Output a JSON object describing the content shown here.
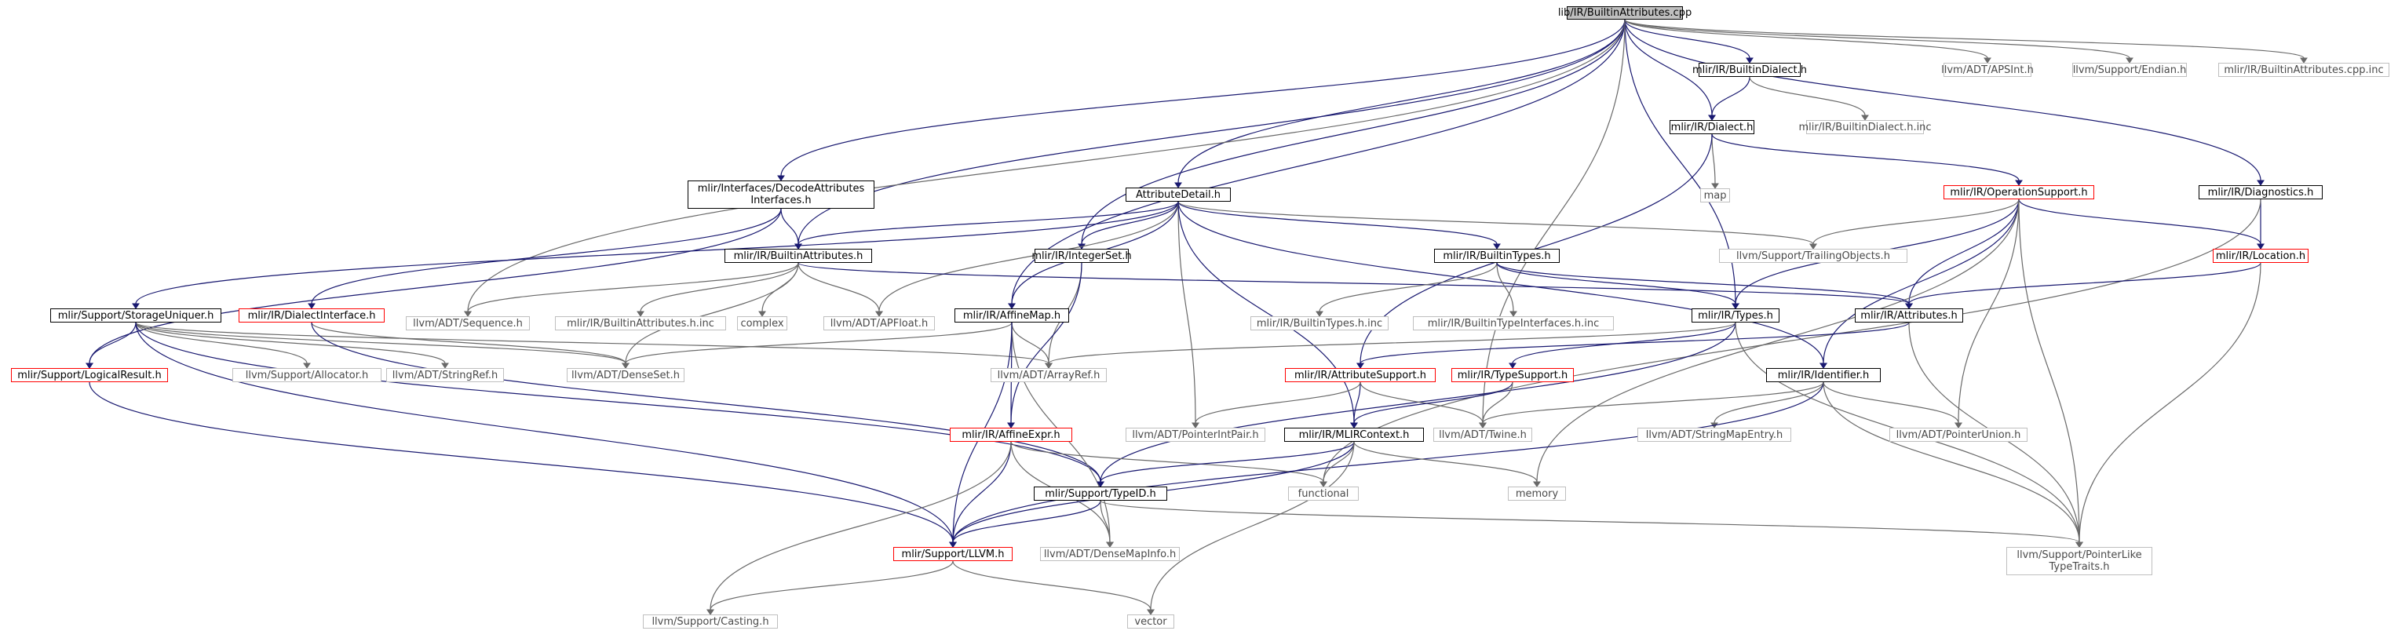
{
  "root": "lib/IR/BuiltinAttributes.cpp",
  "colors": {
    "edge": "#191970",
    "edge_external": "#696969",
    "node_border": "#000000",
    "node_border_external": "#bfbfbf",
    "node_border_truncated": "#ff0000",
    "root_fill": "#bfbfbf"
  },
  "nodes": [
    {
      "id": "root",
      "label": "lib/IR/BuiltinAttributes.cpp",
      "style": "root"
    },
    {
      "id": "builtin_dialect",
      "label": "mlir/IR/BuiltinDialect.h",
      "style": "normal"
    },
    {
      "id": "apsint",
      "label": "llvm/ADT/APSInt.h",
      "style": "external"
    },
    {
      "id": "endian",
      "label": "llvm/Support/Endian.h",
      "style": "external"
    },
    {
      "id": "attrs_cpp_inc",
      "label": "mlir/IR/BuiltinAttributes.cpp.inc",
      "style": "external"
    },
    {
      "id": "dialect",
      "label": "mlir/IR/Dialect.h",
      "style": "normal"
    },
    {
      "id": "builtin_dialect_inc",
      "label": "mlir/IR/BuiltinDialect.h.inc",
      "style": "external"
    },
    {
      "id": "decode",
      "label": "mlir/Interfaces/DecodeAttributes\nInterfaces.h",
      "style": "normal"
    },
    {
      "id": "map",
      "label": "map",
      "style": "external"
    },
    {
      "id": "opsupport",
      "label": "mlir/IR/OperationSupport.h",
      "style": "truncated"
    },
    {
      "id": "diagnostics",
      "label": "mlir/IR/Diagnostics.h",
      "style": "normal"
    },
    {
      "id": "attrdetail",
      "label": "AttributeDetail.h",
      "style": "normal"
    },
    {
      "id": "builtin_attrs",
      "label": "mlir/IR/BuiltinAttributes.h",
      "style": "normal"
    },
    {
      "id": "integerset",
      "label": "mlir/IR/IntegerSet.h",
      "style": "normal"
    },
    {
      "id": "builtin_types",
      "label": "mlir/IR/BuiltinTypes.h",
      "style": "normal"
    },
    {
      "id": "trailing",
      "label": "llvm/Support/TrailingObjects.h",
      "style": "external"
    },
    {
      "id": "location",
      "label": "mlir/IR/Location.h",
      "style": "truncated"
    },
    {
      "id": "storage",
      "label": "mlir/Support/StorageUniquer.h",
      "style": "normal"
    },
    {
      "id": "dialect_iface",
      "label": "mlir/IR/DialectInterface.h",
      "style": "truncated"
    },
    {
      "id": "sequence",
      "label": "llvm/ADT/Sequence.h",
      "style": "external"
    },
    {
      "id": "attrs_inc",
      "label": "mlir/IR/BuiltinAttributes.h.inc",
      "style": "external"
    },
    {
      "id": "complex",
      "label": "complex",
      "style": "external"
    },
    {
      "id": "apfloat",
      "label": "llvm/ADT/APFloat.h",
      "style": "external"
    },
    {
      "id": "affinemap",
      "label": "mlir/IR/AffineMap.h",
      "style": "normal"
    },
    {
      "id": "types_inc",
      "label": "mlir/IR/BuiltinTypes.h.inc",
      "style": "external"
    },
    {
      "id": "type_ifaces_inc",
      "label": "mlir/IR/BuiltinTypeInterfaces.h.inc",
      "style": "external"
    },
    {
      "id": "types",
      "label": "mlir/IR/Types.h",
      "style": "normal"
    },
    {
      "id": "attributes",
      "label": "mlir/IR/Attributes.h",
      "style": "normal"
    },
    {
      "id": "logical",
      "label": "mlir/Support/LogicalResult.h",
      "style": "truncated"
    },
    {
      "id": "allocator",
      "label": "llvm/Support/Allocator.h",
      "style": "external"
    },
    {
      "id": "stringref",
      "label": "llvm/ADT/StringRef.h",
      "style": "external"
    },
    {
      "id": "denseset",
      "label": "llvm/ADT/DenseSet.h",
      "style": "external"
    },
    {
      "id": "arrayref",
      "label": "llvm/ADT/ArrayRef.h",
      "style": "external"
    },
    {
      "id": "attrsupport",
      "label": "mlir/IR/AttributeSupport.h",
      "style": "truncated"
    },
    {
      "id": "typesupport",
      "label": "mlir/IR/TypeSupport.h",
      "style": "truncated"
    },
    {
      "id": "identifier",
      "label": "mlir/IR/Identifier.h",
      "style": "normal"
    },
    {
      "id": "affineexpr",
      "label": "mlir/IR/AffineExpr.h",
      "style": "truncated"
    },
    {
      "id": "ptrintpair",
      "label": "llvm/ADT/PointerIntPair.h",
      "style": "external"
    },
    {
      "id": "mlircontext",
      "label": "mlir/IR/MLIRContext.h",
      "style": "normal"
    },
    {
      "id": "twine",
      "label": "llvm/ADT/Twine.h",
      "style": "external"
    },
    {
      "id": "stringmapentry",
      "label": "llvm/ADT/StringMapEntry.h",
      "style": "external"
    },
    {
      "id": "ptrunion",
      "label": "llvm/ADT/PointerUnion.h",
      "style": "external"
    },
    {
      "id": "typeid",
      "label": "mlir/Support/TypeID.h",
      "style": "normal"
    },
    {
      "id": "functional",
      "label": "functional",
      "style": "external"
    },
    {
      "id": "memory",
      "label": "memory",
      "style": "external"
    },
    {
      "id": "llvm_h",
      "label": "mlir/Support/LLVM.h",
      "style": "truncated"
    },
    {
      "id": "densemapinfo",
      "label": "llvm/ADT/DenseMapInfo.h",
      "style": "external"
    },
    {
      "id": "ptrliketraits",
      "label": "llvm/Support/PointerLike\nTypeTraits.h",
      "style": "external"
    },
    {
      "id": "casting",
      "label": "llvm/Support/Casting.h",
      "style": "external"
    },
    {
      "id": "vector",
      "label": "vector",
      "style": "external"
    }
  ],
  "edges": [
    [
      "root",
      "builtin_dialect"
    ],
    [
      "root",
      "apsint"
    ],
    [
      "root",
      "endian"
    ],
    [
      "root",
      "attrs_cpp_inc"
    ],
    [
      "root",
      "dialect"
    ],
    [
      "root",
      "decode"
    ],
    [
      "root",
      "diagnostics"
    ],
    [
      "root",
      "attrdetail"
    ],
    [
      "root",
      "builtin_attrs"
    ],
    [
      "root",
      "integerset"
    ],
    [
      "root",
      "sequence"
    ],
    [
      "root",
      "affinemap"
    ],
    [
      "root",
      "types"
    ],
    [
      "root",
      "twine"
    ],
    [
      "builtin_dialect",
      "dialect"
    ],
    [
      "builtin_dialect",
      "builtin_dialect_inc"
    ],
    [
      "dialect",
      "map"
    ],
    [
      "dialect",
      "opsupport"
    ],
    [
      "dialect",
      "attrsupport"
    ],
    [
      "decode",
      "builtin_attrs"
    ],
    [
      "decode",
      "dialect_iface"
    ],
    [
      "decode",
      "logical"
    ],
    [
      "diagnostics",
      "location"
    ],
    [
      "diagnostics",
      "functional"
    ],
    [
      "opsupport",
      "trailing"
    ],
    [
      "opsupport",
      "location"
    ],
    [
      "opsupport",
      "attributes"
    ],
    [
      "opsupport",
      "types"
    ],
    [
      "opsupport",
      "identifier"
    ],
    [
      "opsupport",
      "ptrunion"
    ],
    [
      "opsupport",
      "memory"
    ],
    [
      "opsupport",
      "ptrliketraits"
    ],
    [
      "location",
      "attributes"
    ],
    [
      "location",
      "ptrliketraits"
    ],
    [
      "attrdetail",
      "builtin_attrs"
    ],
    [
      "attrdetail",
      "integerset"
    ],
    [
      "attrdetail",
      "affinemap"
    ],
    [
      "attrdetail",
      "builtin_types"
    ],
    [
      "attrdetail",
      "trailing"
    ],
    [
      "attrdetail",
      "storage"
    ],
    [
      "attrdetail",
      "apfloat"
    ],
    [
      "attrdetail",
      "identifier"
    ],
    [
      "attrdetail",
      "ptrintpair"
    ],
    [
      "attrdetail",
      "mlircontext"
    ],
    [
      "builtin_attrs",
      "sequence"
    ],
    [
      "builtin_attrs",
      "attrs_inc"
    ],
    [
      "builtin_attrs",
      "complex"
    ],
    [
      "builtin_attrs",
      "apfloat"
    ],
    [
      "builtin_attrs",
      "attributes"
    ],
    [
      "builtin_attrs",
      "denseset"
    ],
    [
      "integerset",
      "arrayref"
    ],
    [
      "integerset",
      "affineexpr"
    ],
    [
      "builtin_types",
      "types_inc"
    ],
    [
      "builtin_types",
      "type_ifaces_inc"
    ],
    [
      "builtin_types",
      "types"
    ],
    [
      "builtin_types",
      "attributes"
    ],
    [
      "storage",
      "logical"
    ],
    [
      "storage",
      "allocator"
    ],
    [
      "storage",
      "stringref"
    ],
    [
      "storage",
      "denseset"
    ],
    [
      "storage",
      "arrayref"
    ],
    [
      "storage",
      "typeid"
    ],
    [
      "storage",
      "llvm_h"
    ],
    [
      "dialect_iface",
      "denseset"
    ],
    [
      "dialect_iface",
      "typeid"
    ],
    [
      "affinemap",
      "arrayref"
    ],
    [
      "affinemap",
      "denseset"
    ],
    [
      "affinemap",
      "affineexpr"
    ],
    [
      "affinemap",
      "densemapinfo"
    ],
    [
      "affinemap",
      "llvm_h"
    ],
    [
      "types",
      "arrayref"
    ],
    [
      "types",
      "typesupport"
    ],
    [
      "types",
      "typeid"
    ],
    [
      "types",
      "ptrliketraits"
    ],
    [
      "attributes",
      "attrsupport"
    ],
    [
      "attributes",
      "ptrliketraits"
    ],
    [
      "logical",
      "llvm_h"
    ],
    [
      "attrsupport",
      "mlircontext"
    ],
    [
      "attrsupport",
      "ptrintpair"
    ],
    [
      "attrsupport",
      "twine"
    ],
    [
      "typesupport",
      "mlircontext"
    ],
    [
      "typesupport",
      "twine"
    ],
    [
      "identifier",
      "stringmapentry"
    ],
    [
      "identifier",
      "ptrunion"
    ],
    [
      "identifier",
      "twine"
    ],
    [
      "identifier",
      "llvm_h"
    ],
    [
      "identifier",
      "ptrliketraits"
    ],
    [
      "affineexpr",
      "llvm_h"
    ],
    [
      "affineexpr",
      "casting"
    ],
    [
      "affineexpr",
      "functional"
    ],
    [
      "affineexpr",
      "densemapinfo"
    ],
    [
      "mlircontext",
      "typeid"
    ],
    [
      "mlircontext",
      "llvm_h"
    ],
    [
      "mlircontext",
      "functional"
    ],
    [
      "mlircontext",
      "memory"
    ],
    [
      "mlircontext",
      "vector"
    ],
    [
      "typeid",
      "llvm_h"
    ],
    [
      "typeid",
      "densemapinfo"
    ],
    [
      "typeid",
      "ptrliketraits"
    ],
    [
      "llvm_h",
      "casting"
    ],
    [
      "llvm_h",
      "vector"
    ]
  ]
}
